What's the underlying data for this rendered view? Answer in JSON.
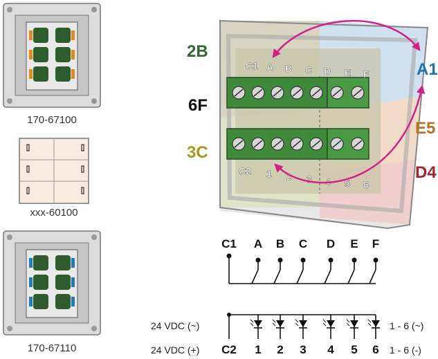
{
  "products": [
    {
      "code": "170-67100"
    },
    {
      "code": "xxx-60100"
    },
    {
      "code": "170-67110"
    }
  ],
  "button_grid": {
    "rows": 3,
    "cols": 2
  },
  "zone_labels": {
    "top_left": "2B",
    "middle_left": "6F",
    "lower_left": "3C",
    "top_right": "A1",
    "middle_right": "E5",
    "lower_right": "D4"
  },
  "connector_top": [
    "C1",
    "A",
    "B",
    "C",
    "D",
    "E",
    "F"
  ],
  "connector_bottom": [
    "C2",
    "1",
    "2",
    "3",
    "4",
    "5",
    "6"
  ],
  "schematic": {
    "top_labels": [
      "C1",
      "A",
      "B",
      "C",
      "D",
      "E",
      "F"
    ],
    "bottom_labels": [
      "C2",
      "1",
      "2",
      "3",
      "4",
      "5",
      "6"
    ],
    "left_supply_ac": "24 VDC (~)",
    "left_supply_dc": "24 VDC (+)",
    "right_out_ac": "1 - 6 (~)",
    "right_out_dc": "1 - 6 (-)"
  },
  "colors": {
    "green_label": "#2e6b2a",
    "olive_label": "#a89a1c",
    "blue_label": "#1a74b8",
    "brown_label": "#b7711f",
    "red_label": "#a3242b",
    "arrow": "#d61f87",
    "block_green": "#3f8a3a"
  }
}
